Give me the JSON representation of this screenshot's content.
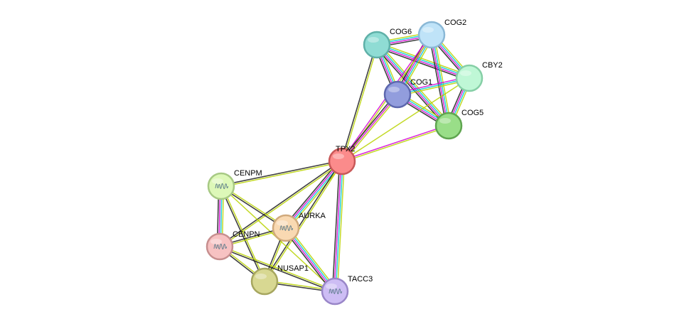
{
  "network": {
    "nodes": [
      {
        "id": "COG6",
        "label": "COG6",
        "color": "#8fdcd4",
        "stroke": "#5fb0a8",
        "icon": "plain-node"
      },
      {
        "id": "COG2",
        "label": "COG2",
        "color": "#bfe3f8",
        "stroke": "#8ab8d6",
        "icon": "plain-node"
      },
      {
        "id": "CBY2",
        "label": "CBY2",
        "color": "#bff7d6",
        "stroke": "#86cfa6",
        "icon": "plain-node"
      },
      {
        "id": "COG1",
        "label": "COG1",
        "color": "#929ddd",
        "stroke": "#5c67ae",
        "icon": "plain-node"
      },
      {
        "id": "COG5",
        "label": "COG5",
        "color": "#99de88",
        "stroke": "#5fa550",
        "icon": "plain-node"
      },
      {
        "id": "TPX2",
        "label": "TPX2",
        "color": "#fb8b8b",
        "stroke": "#c85858",
        "icon": "plain-node"
      },
      {
        "id": "CENPM",
        "label": "CENPM",
        "color": "#ddf8b8",
        "stroke": "#a7c984",
        "icon": "protein-structure"
      },
      {
        "id": "AURKA",
        "label": "AURKA",
        "color": "#f9d9b2",
        "stroke": "#d0a97c",
        "icon": "protein-structure"
      },
      {
        "id": "CENPN",
        "label": "CENPN",
        "color": "#f7c2c2",
        "stroke": "#c78f8f",
        "icon": "protein-structure"
      },
      {
        "id": "NUSAP1",
        "label": "NUSAP1",
        "color": "#d8d892",
        "stroke": "#a6a65f",
        "icon": "plain-node"
      },
      {
        "id": "TACC3",
        "label": "TACC3",
        "color": "#cdbdf4",
        "stroke": "#9986c8",
        "icon": "protein-structure"
      }
    ],
    "edge_colors": {
      "coexpression": "#1f1f1f",
      "experiments": "#d400d4",
      "databases": "#00c8d4",
      "textmining": "#b8d200",
      "homology": "#7b7bd4"
    },
    "edges": [
      {
        "source": "COG6",
        "target": "COG2",
        "types": [
          "textmining",
          "databases",
          "experiments",
          "coexpression"
        ]
      },
      {
        "source": "COG6",
        "target": "CBY2",
        "types": [
          "textmining",
          "databases",
          "experiments",
          "coexpression"
        ]
      },
      {
        "source": "COG6",
        "target": "COG1",
        "types": [
          "textmining",
          "databases",
          "experiments",
          "coexpression"
        ]
      },
      {
        "source": "COG6",
        "target": "COG5",
        "types": [
          "textmining",
          "databases",
          "experiments",
          "coexpression"
        ]
      },
      {
        "source": "COG6",
        "target": "TPX2",
        "types": [
          "textmining",
          "coexpression"
        ]
      },
      {
        "source": "COG2",
        "target": "CBY2",
        "types": [
          "textmining",
          "databases",
          "experiments",
          "coexpression"
        ]
      },
      {
        "source": "COG2",
        "target": "COG1",
        "types": [
          "textmining",
          "databases",
          "experiments",
          "coexpression"
        ]
      },
      {
        "source": "COG2",
        "target": "COG5",
        "types": [
          "textmining",
          "databases",
          "experiments",
          "coexpression"
        ]
      },
      {
        "source": "COG2",
        "target": "TPX2",
        "types": [
          "textmining",
          "experiments"
        ]
      },
      {
        "source": "CBY2",
        "target": "COG1",
        "types": [
          "textmining",
          "databases",
          "experiments"
        ]
      },
      {
        "source": "CBY2",
        "target": "COG5",
        "types": [
          "textmining",
          "databases",
          "experiments",
          "coexpression"
        ]
      },
      {
        "source": "COG1",
        "target": "COG5",
        "types": [
          "textmining",
          "databases",
          "experiments",
          "coexpression"
        ]
      },
      {
        "source": "COG1",
        "target": "TPX2",
        "types": [
          "textmining",
          "experiments",
          "coexpression"
        ]
      },
      {
        "source": "COG5",
        "target": "TPX2",
        "types": [
          "textmining",
          "experiments"
        ]
      },
      {
        "source": "CBY2",
        "target": "TPX2",
        "types": [
          "textmining"
        ]
      },
      {
        "source": "TPX2",
        "target": "CENPM",
        "types": [
          "textmining",
          "coexpression"
        ]
      },
      {
        "source": "TPX2",
        "target": "AURKA",
        "types": [
          "textmining",
          "databases",
          "experiments",
          "coexpression"
        ]
      },
      {
        "source": "TPX2",
        "target": "CENPN",
        "types": [
          "textmining",
          "coexpression"
        ]
      },
      {
        "source": "TPX2",
        "target": "NUSAP1",
        "types": [
          "textmining",
          "coexpression"
        ]
      },
      {
        "source": "TPX2",
        "target": "TACC3",
        "types": [
          "textmining",
          "databases",
          "experiments",
          "coexpression"
        ]
      },
      {
        "source": "CENPM",
        "target": "CENPN",
        "types": [
          "textmining",
          "databases",
          "experiments",
          "coexpression"
        ]
      },
      {
        "source": "CENPM",
        "target": "AURKA",
        "types": [
          "textmining",
          "coexpression"
        ]
      },
      {
        "source": "CENPM",
        "target": "NUSAP1",
        "types": [
          "textmining",
          "coexpression"
        ]
      },
      {
        "source": "CENPM",
        "target": "TACC3",
        "types": [
          "textmining"
        ]
      },
      {
        "source": "AURKA",
        "target": "CENPN",
        "types": [
          "textmining",
          "coexpression"
        ]
      },
      {
        "source": "AURKA",
        "target": "NUSAP1",
        "types": [
          "textmining",
          "coexpression"
        ]
      },
      {
        "source": "AURKA",
        "target": "TACC3",
        "types": [
          "textmining",
          "databases",
          "experiments",
          "coexpression"
        ]
      },
      {
        "source": "CENPN",
        "target": "NUSAP1",
        "types": [
          "textmining",
          "coexpression"
        ]
      },
      {
        "source": "CENPN",
        "target": "TACC3",
        "types": [
          "textmining",
          "coexpression"
        ]
      },
      {
        "source": "NUSAP1",
        "target": "TACC3",
        "types": [
          "textmining",
          "coexpression"
        ]
      }
    ]
  }
}
